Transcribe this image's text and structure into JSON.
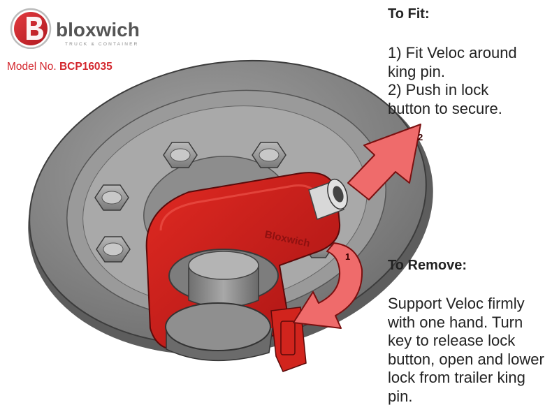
{
  "brand": {
    "name": "bloxwich",
    "tagline": "TRUCK & CONTAINER",
    "accent_color": "#d3262d"
  },
  "model": {
    "label": "Model No.",
    "number": "BCP16035"
  },
  "to_fit": {
    "title": "To Fit:",
    "steps": [
      "1) Fit Veloc around king pin.",
      "2) Push in lock button to secure."
    ]
  },
  "to_remove": {
    "title": "To Remove:",
    "text": "Support Veloc firmly with one hand. Turn key to release lock button, open and lower lock from trailer king pin."
  },
  "illustration": {
    "product_mark": "Bloxwich",
    "callouts": [
      "1",
      "2"
    ],
    "lock_color": "#cc1f1f",
    "arrow_color": "#ef6b6b"
  }
}
